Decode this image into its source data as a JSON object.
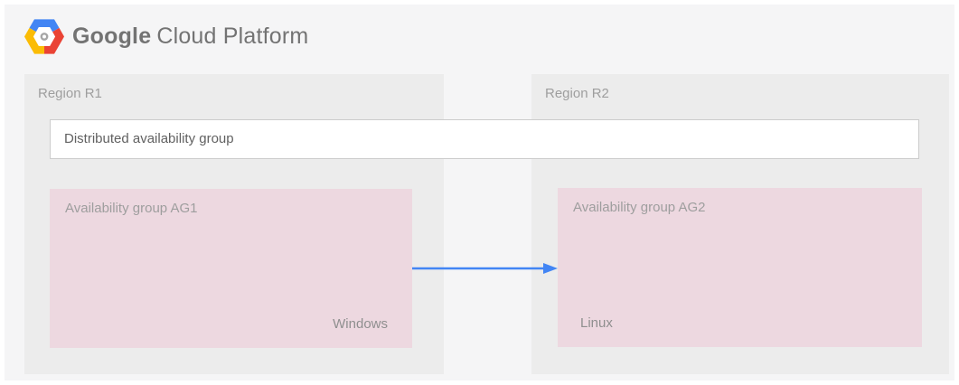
{
  "header": {
    "logo_icon": "google-cloud-platform-logo",
    "brand_primary": "Google",
    "brand_secondary": "Cloud Platform",
    "logo_colors": {
      "blue": "#4285f4",
      "red": "#ea4335",
      "yellow": "#fbbc05",
      "core_gray": "#a6a6a6"
    }
  },
  "diagram": {
    "distributed_group": {
      "label": "Distributed availability group"
    },
    "regions": [
      {
        "label": "Region R1",
        "availability_group": {
          "label": "Availability group AG1",
          "os": "Windows"
        }
      },
      {
        "label": "Region R2",
        "availability_group": {
          "label": "Availability group AG2",
          "os": "Linux"
        }
      }
    ],
    "arrow": {
      "from": "Availability group AG1",
      "to": "Availability group AG2",
      "color": "#4285f4"
    }
  },
  "colors": {
    "page_bg": "#ffffff",
    "canvas_bg": "#f5f5f6",
    "region_bg": "#ececec",
    "availability_group_bg": "#edd8e0",
    "dag_border": "#cccccc",
    "label_gray": "#9e9e9e",
    "dag_text": "#616161",
    "brand_text": "#737373"
  }
}
